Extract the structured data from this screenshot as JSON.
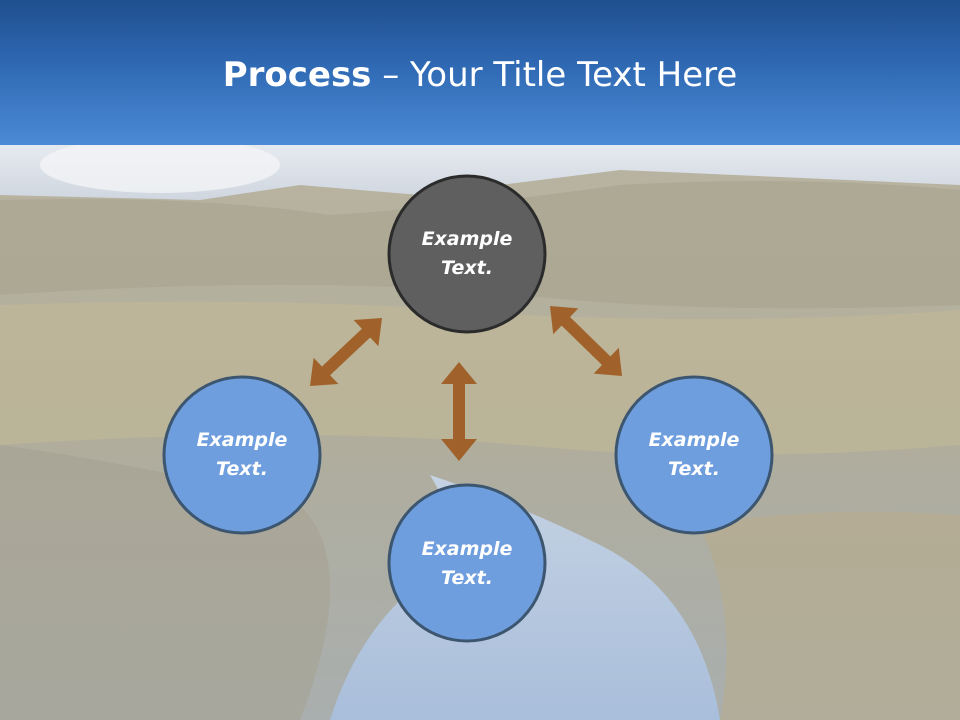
{
  "slide": {
    "title_strong": "Process",
    "title_rest": " – Your Title Text Here"
  },
  "nodes": [
    {
      "id": "top",
      "label_line1": "Example",
      "label_line2": "Text.",
      "fill": "#5f5f5f"
    },
    {
      "id": "left",
      "label_line1": "Example",
      "label_line2": "Text.",
      "fill": "#6f9ede"
    },
    {
      "id": "right",
      "label_line1": "Example",
      "label_line2": "Text.",
      "fill": "#6f9ede"
    },
    {
      "id": "bottom",
      "label_line1": "Example",
      "label_line2": "Text.",
      "fill": "#6f9ede"
    }
  ],
  "colors": {
    "arrow": "#a0622a",
    "node_stroke": "#3d5670",
    "top_node_stroke": "#2b2b2b"
  }
}
